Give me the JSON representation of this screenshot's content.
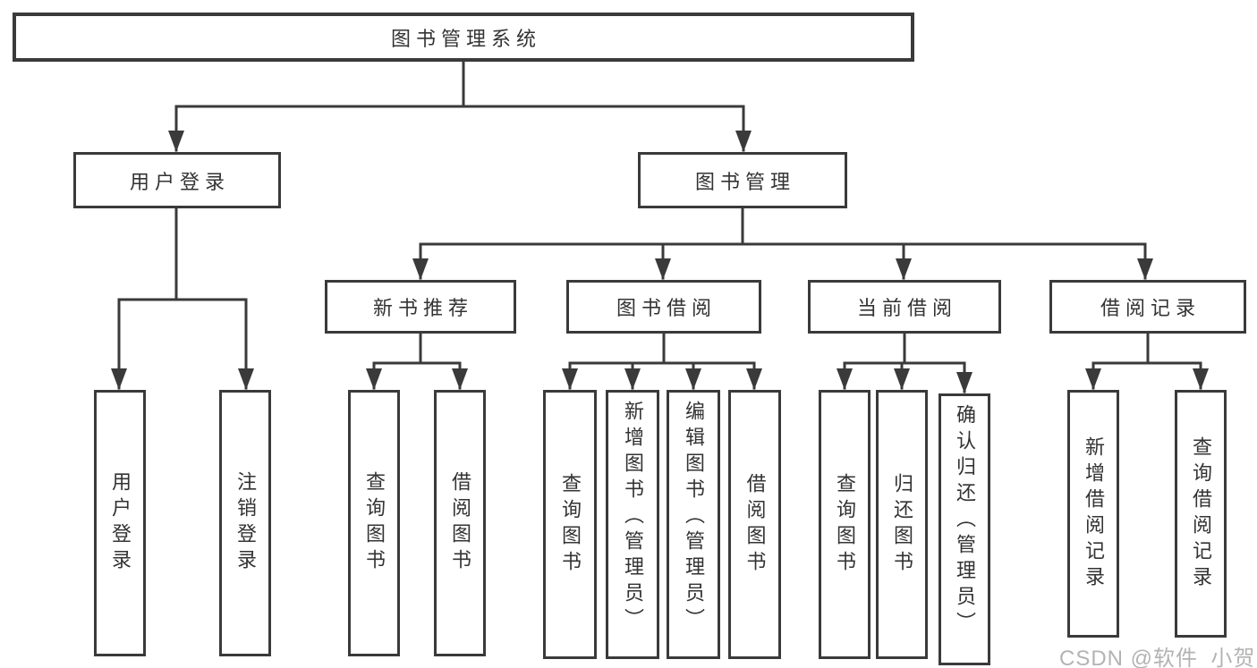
{
  "diagram": {
    "root": {
      "label": "图书管理系统"
    },
    "children": [
      {
        "label": "用户登录",
        "children": [
          {
            "label": "用户登录"
          },
          {
            "label": "注销登录"
          }
        ]
      },
      {
        "label": "图书管理",
        "children": [
          {
            "label": "新书推荐",
            "children": [
              {
                "label": "查询图书"
              },
              {
                "label": "借阅图书"
              }
            ]
          },
          {
            "label": "图书借阅",
            "children": [
              {
                "label": "查询图书"
              },
              {
                "label": "新增图书（管理员）"
              },
              {
                "label": "编辑图书（管理员）"
              },
              {
                "label": "借阅图书"
              }
            ]
          },
          {
            "label": "当前借阅",
            "children": [
              {
                "label": "查询图书"
              },
              {
                "label": "归还图书"
              },
              {
                "label": "确认归还（管理员）"
              }
            ]
          },
          {
            "label": "借阅记录",
            "children": [
              {
                "label": "新增借阅记录"
              },
              {
                "label": "查询借阅记录"
              }
            ]
          }
        ]
      }
    ]
  },
  "watermark": {
    "text": "CSDN @软件_小贺同学"
  },
  "colors": {
    "line": "#3a3a3a",
    "box_border": "#3a3a3a",
    "text": "#333333",
    "watermark": "#b3b3b3",
    "background": "#ffffff"
  }
}
